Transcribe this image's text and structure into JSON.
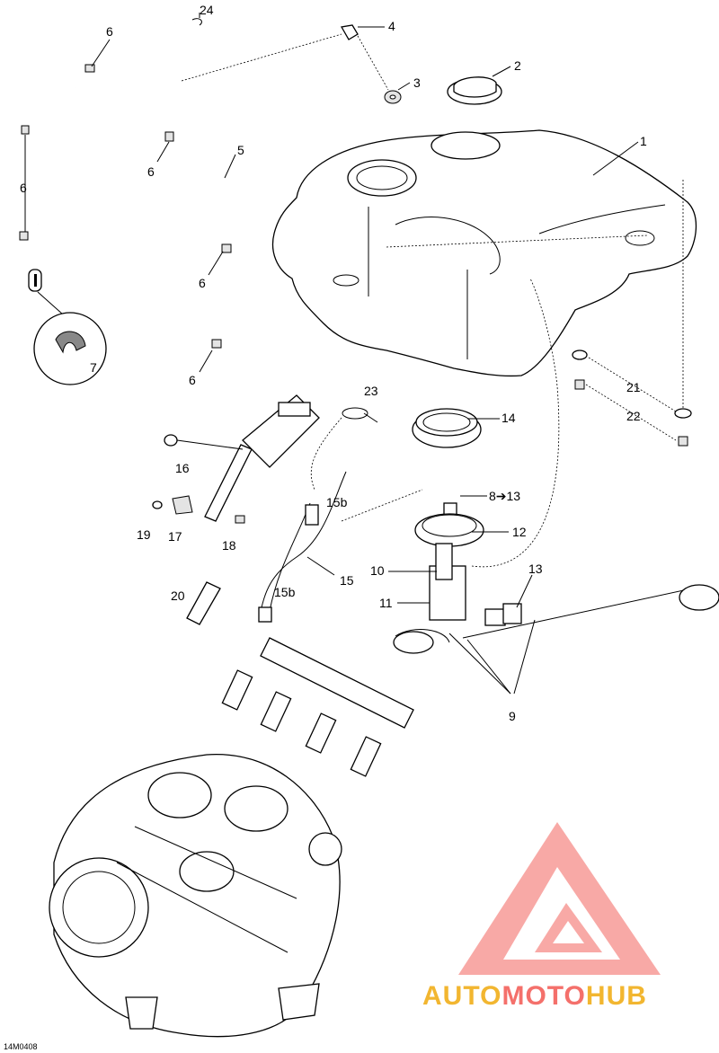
{
  "callouts": [
    {
      "id": "c24",
      "text": "24"
    },
    {
      "id": "c6a",
      "text": "6"
    },
    {
      "id": "c4",
      "text": "4"
    },
    {
      "id": "c2",
      "text": "2"
    },
    {
      "id": "c3",
      "text": "3"
    },
    {
      "id": "c1",
      "text": "1"
    },
    {
      "id": "c5",
      "text": "5"
    },
    {
      "id": "c6b",
      "text": "6"
    },
    {
      "id": "c6c",
      "text": "6"
    },
    {
      "id": "c6d",
      "text": "6"
    },
    {
      "id": "c6e",
      "text": "6"
    },
    {
      "id": "c7",
      "text": "7"
    },
    {
      "id": "c23",
      "text": "23"
    },
    {
      "id": "c14",
      "text": "14"
    },
    {
      "id": "c21",
      "text": "21"
    },
    {
      "id": "c22",
      "text": "22"
    },
    {
      "id": "c16",
      "text": "16"
    },
    {
      "id": "c15b1",
      "text": "15b"
    },
    {
      "id": "c8",
      "text": "8➔13"
    },
    {
      "id": "c12",
      "text": "12"
    },
    {
      "id": "c19",
      "text": "19"
    },
    {
      "id": "c17",
      "text": "17"
    },
    {
      "id": "c18",
      "text": "18"
    },
    {
      "id": "c10",
      "text": "10"
    },
    {
      "id": "c13",
      "text": "13"
    },
    {
      "id": "c15",
      "text": "15"
    },
    {
      "id": "c20",
      "text": "20"
    },
    {
      "id": "c15b2",
      "text": "15b"
    },
    {
      "id": "c11",
      "text": "11"
    },
    {
      "id": "c9",
      "text": "9"
    }
  ],
  "reference_code": "14M0408",
  "watermark": {
    "brand_part1": "AUTO",
    "brand_part2": "MOTO",
    "brand_part3": "HUB",
    "color_primary": "#f4706b",
    "color_secondary": "#f2b630"
  }
}
